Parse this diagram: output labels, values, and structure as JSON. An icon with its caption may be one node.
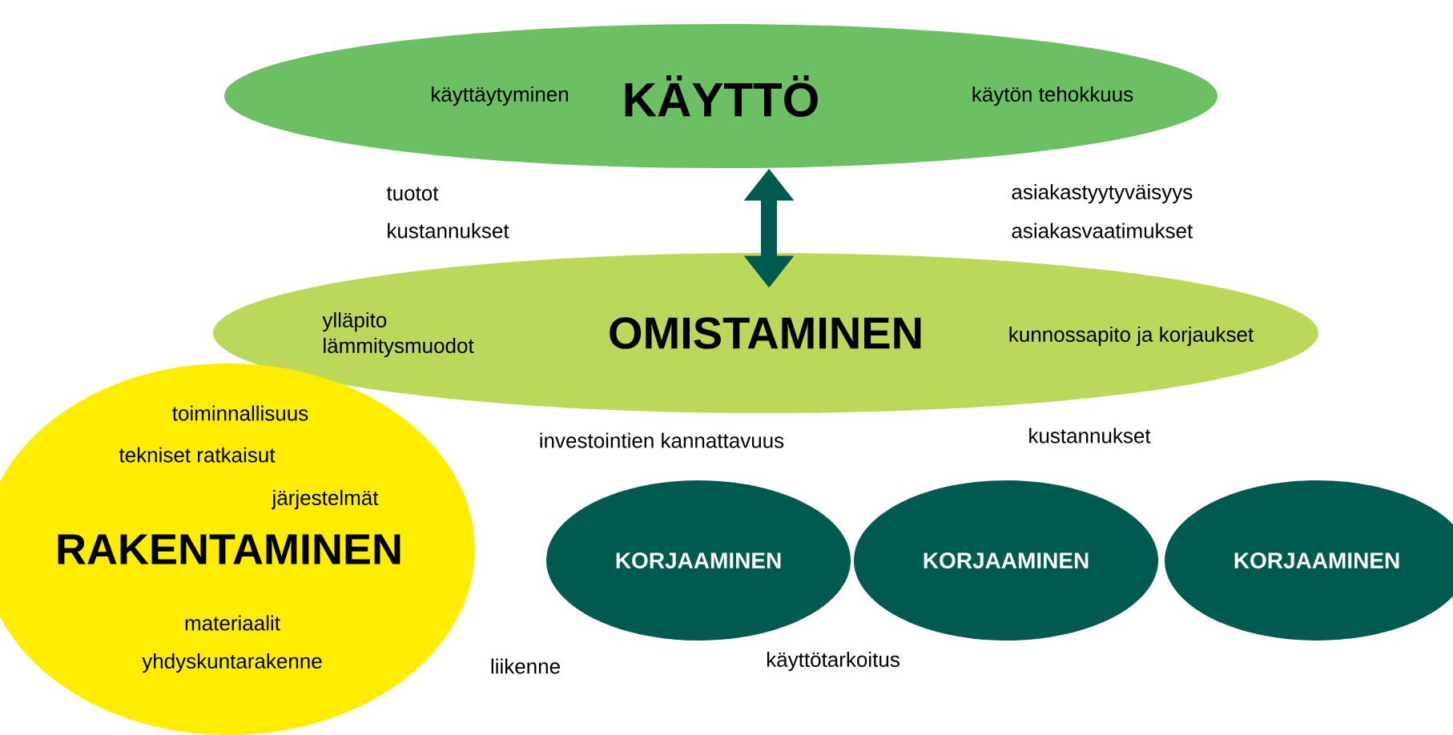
{
  "diagram": {
    "nodes": [
      {
        "text": [
          "käyttäytyminen",
          "KÄYTTÖ",
          "käytön tehokkuus"
        ]
      },
      {
        "text": [
          "ylläpito lämmitysmuodot",
          "OMISTAMINEN",
          "kunnossapito ja korjaukset"
        ]
      },
      {
        "text": [
          "toiminnallisuus",
          "tekniset ratkaisut",
          "järjestelmät",
          "RAKENTAMINEN",
          "materiaalit",
          "yhdyskuntarakenne"
        ]
      },
      {
        "text": [
          "KORJAAMINEN"
        ]
      },
      {
        "text": [
          "KORJAAMINEN"
        ]
      },
      {
        "text": [
          "KORJAAMINEN"
        ]
      }
    ],
    "edges": [
      {
        "from": 0,
        "to": 1,
        "arrow": "both"
      }
    ],
    "labels": [
      "tuotot",
      "kustannukset",
      "asiakastyytyväisyys",
      "asiakasvaatimukset",
      "investointien kannattavuus",
      "kustannukset",
      "liikenne",
      "käyttötarkoitus"
    ]
  }
}
